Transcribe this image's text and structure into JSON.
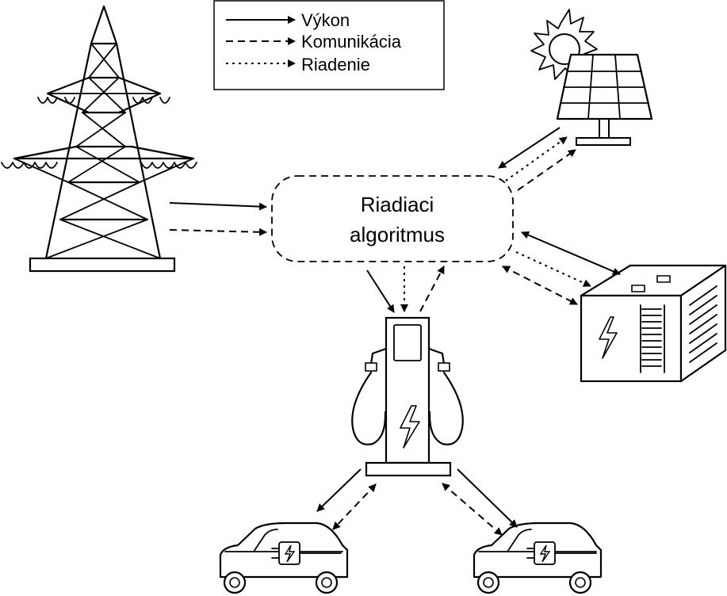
{
  "legend": {
    "power": "Výkon",
    "communication": "Komunikácia",
    "control": "Riadenie"
  },
  "controller": {
    "line1": "Riadiaci",
    "line2": "algoritmus"
  }
}
